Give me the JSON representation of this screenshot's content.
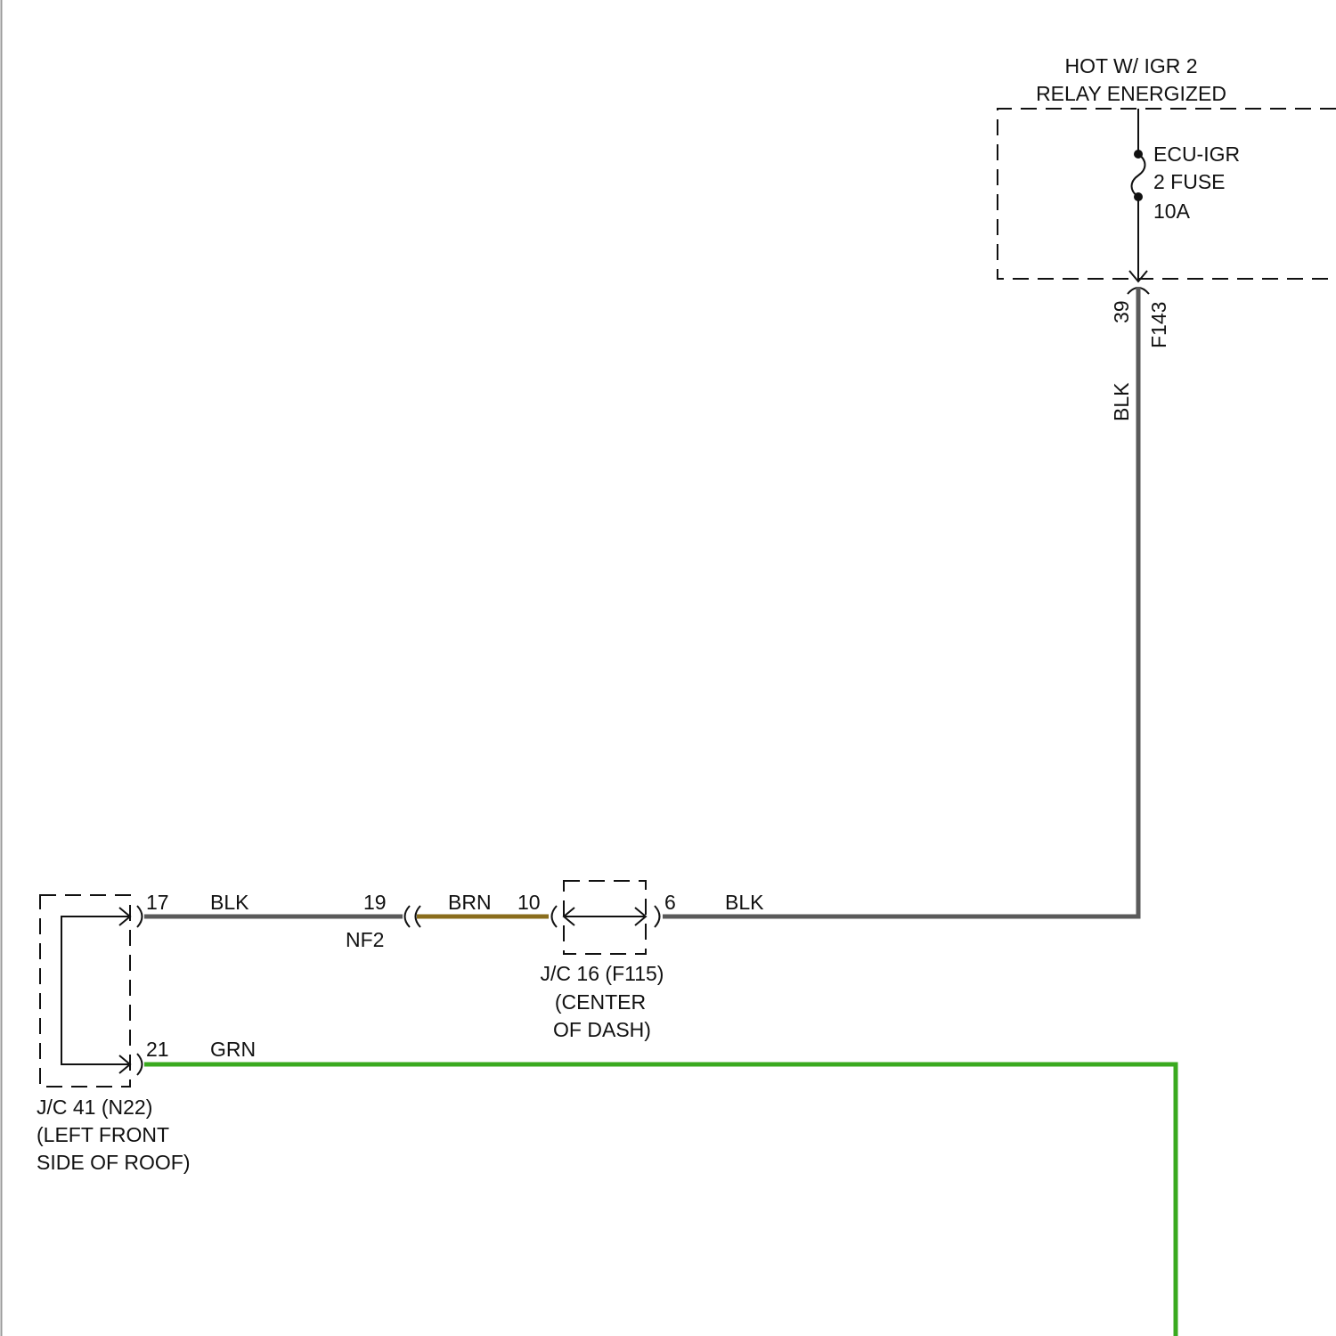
{
  "colors": {
    "blk_wire": "#5a5a5a",
    "brn_wire": "#8a6d1c",
    "grn_wire": "#3aaa1f",
    "ink": "#111111"
  },
  "power_source": {
    "title_line1": "HOT W/ IGR 2",
    "title_line2": "RELAY ENERGIZED"
  },
  "fuse": {
    "name_line1": "ECU-IGR",
    "name_line2": "2 FUSE",
    "rating": "10A"
  },
  "connector_f143": {
    "pin": "39",
    "name": "F143"
  },
  "wires": {
    "vertical_blk": "BLK",
    "jc16_to_jc41_right": "BLK",
    "nf2_segment": "BRN",
    "jc41_top": "BLK",
    "jc41_bottom": "GRN"
  },
  "junction_jc16": {
    "pin_left": "10",
    "pin_right": "6",
    "line1": "J/C 16 (F115)",
    "line2": "(CENTER",
    "line3": "OF DASH)"
  },
  "connector_nf2": {
    "pin": "19",
    "name": "NF2"
  },
  "junction_jc41": {
    "pin_top": "17",
    "pin_bottom": "21",
    "line1": "J/C 41 (N22)",
    "line2": "(LEFT FRONT",
    "line3": "SIDE OF ROOF)"
  }
}
